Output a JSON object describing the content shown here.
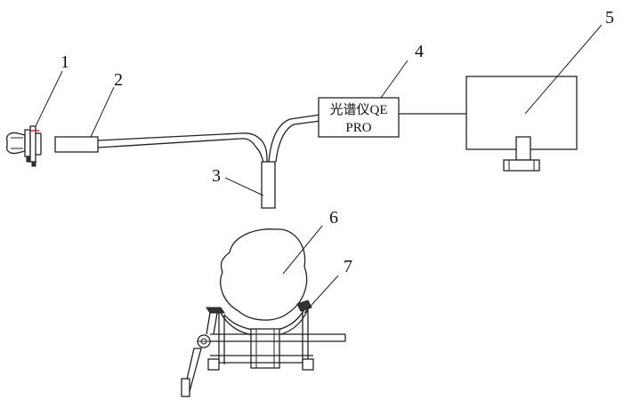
{
  "labels": {
    "l1": "1",
    "l2": "2",
    "l3": "3",
    "l4": "4",
    "l5": "5",
    "l6": "6",
    "l7": "7"
  },
  "spectrometer": {
    "line1": "光谱仪QE",
    "line2": "PRO"
  },
  "colors": {
    "stroke": "#222222",
    "accent_red": "#d22020"
  },
  "icons": [
    "light-source-icon",
    "fiber-probe-icon",
    "detector-probe-icon",
    "computer-monitor-icon",
    "fruit-icon",
    "fruit-holder-icon"
  ]
}
